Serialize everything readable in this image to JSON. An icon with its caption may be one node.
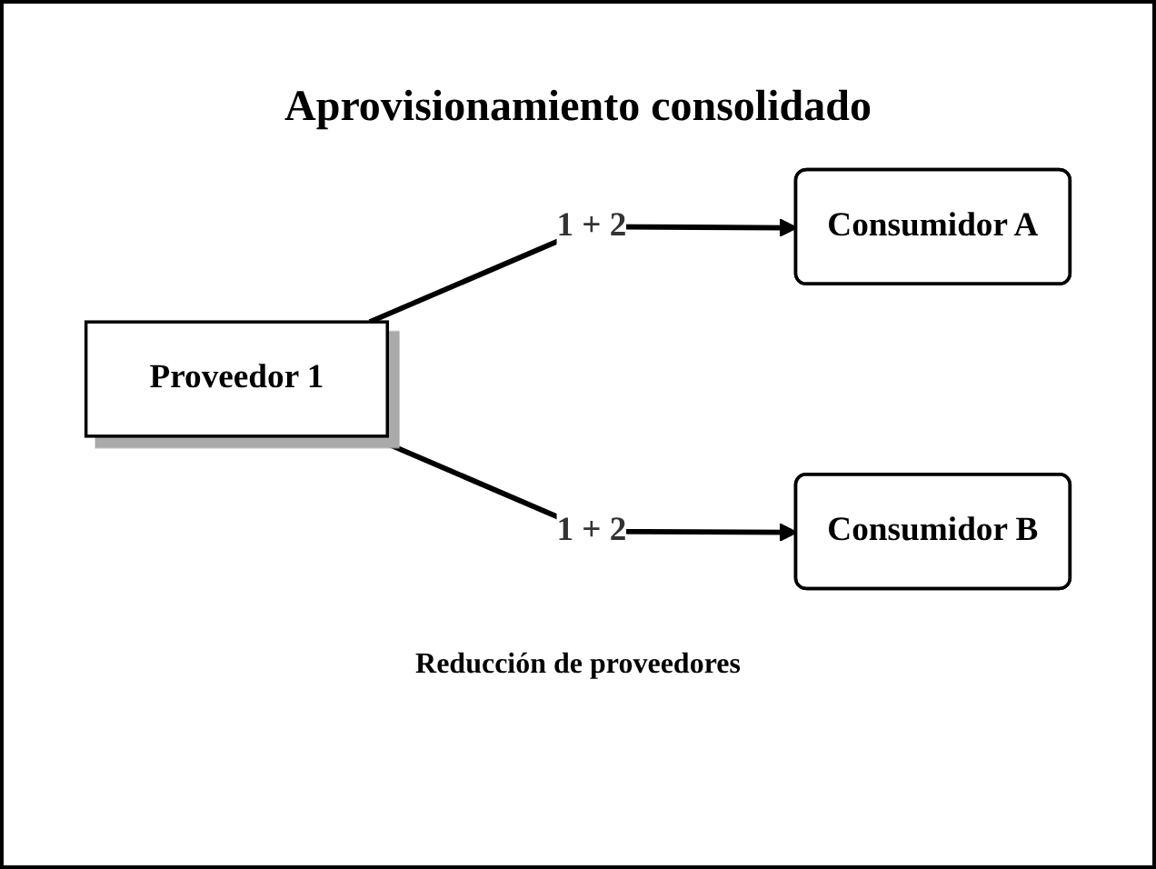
{
  "diagram": {
    "title": "Aprovisionamiento consolidado",
    "caption": "Reducción de proveedores",
    "nodes": [
      {
        "text": [
          "Proveedor 1"
        ]
      },
      {
        "text": [
          "Consumidor A"
        ]
      },
      {
        "text": [
          "Consumidor B"
        ]
      }
    ],
    "edges": [
      {
        "from": 0,
        "to": 1,
        "arrow": "to",
        "label": "1 + 2"
      },
      {
        "from": 0,
        "to": 2,
        "arrow": "to",
        "label": "1 + 2"
      }
    ]
  }
}
